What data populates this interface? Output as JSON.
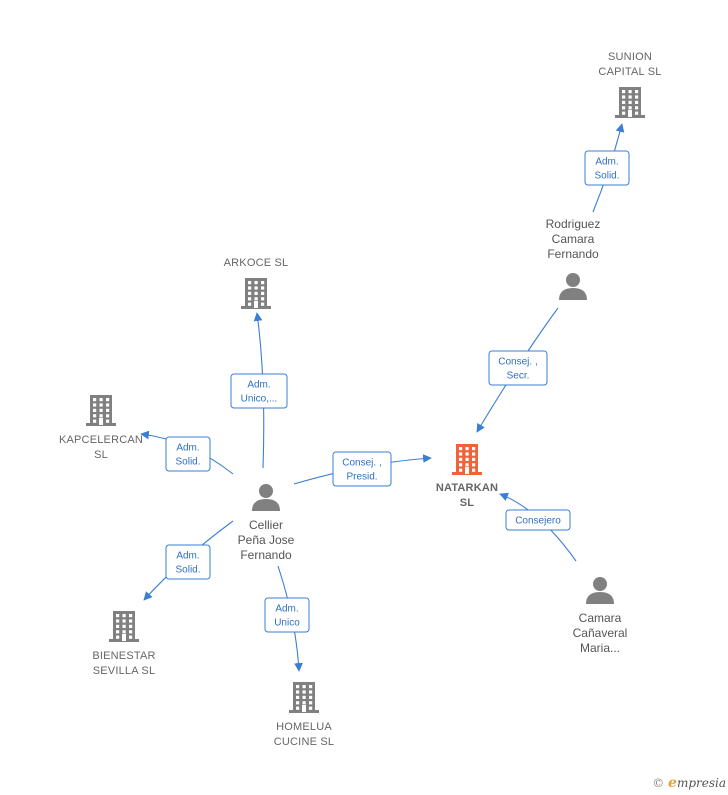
{
  "colors": {
    "company": "#808080",
    "focus_company": "#f0623a",
    "person": "#808080",
    "edge": "#3a7fd5"
  },
  "nodes": [
    {
      "id": "sunion",
      "type": "company",
      "label": [
        "SUNION",
        "CAPITAL SL"
      ]
    },
    {
      "id": "arkoce",
      "type": "company",
      "label": [
        "ARKOCE SL"
      ]
    },
    {
      "id": "kapcelercan",
      "type": "company",
      "label": [
        "KAPCELERCAN",
        "SL"
      ]
    },
    {
      "id": "natarkan",
      "type": "company",
      "focus": true,
      "label": [
        "NATARKAN",
        "SL"
      ]
    },
    {
      "id": "bienestar",
      "type": "company",
      "label": [
        "BIENESTAR",
        "SEVILLA  SL"
      ]
    },
    {
      "id": "homelua",
      "type": "company",
      "label": [
        "HOMELUA",
        "CUCINE  SL"
      ]
    },
    {
      "id": "rodriguez",
      "type": "person",
      "label": [
        "Rodriguez",
        "Camara",
        "Fernando"
      ]
    },
    {
      "id": "cellier",
      "type": "person",
      "label": [
        "Cellier",
        "Peña Jose",
        "Fernando"
      ]
    },
    {
      "id": "camara",
      "type": "person",
      "label": [
        "Camara",
        "Cañaveral",
        "Maria..."
      ]
    }
  ],
  "edges": [
    {
      "from": "rodriguez",
      "to": "sunion",
      "label": [
        "Adm.",
        "Solid."
      ]
    },
    {
      "from": "rodriguez",
      "to": "natarkan",
      "label": [
        "Consej. ,",
        "Secr."
      ]
    },
    {
      "from": "cellier",
      "to": "arkoce",
      "label": [
        "Adm.",
        "Unico,..."
      ]
    },
    {
      "from": "cellier",
      "to": "kapcelercan",
      "label": [
        "Adm.",
        "Solid."
      ]
    },
    {
      "from": "cellier",
      "to": "natarkan",
      "label": [
        "Consej. ,",
        "Presid."
      ]
    },
    {
      "from": "cellier",
      "to": "bienestar",
      "label": [
        "Adm.",
        "Solid."
      ]
    },
    {
      "from": "cellier",
      "to": "homelua",
      "label": [
        "Adm.",
        "Unico"
      ]
    },
    {
      "from": "camara",
      "to": "natarkan",
      "label": [
        "Consejero"
      ]
    }
  ],
  "footer": {
    "copyright": "©",
    "brand_initial": "e",
    "brand_rest": "mpresia"
  }
}
